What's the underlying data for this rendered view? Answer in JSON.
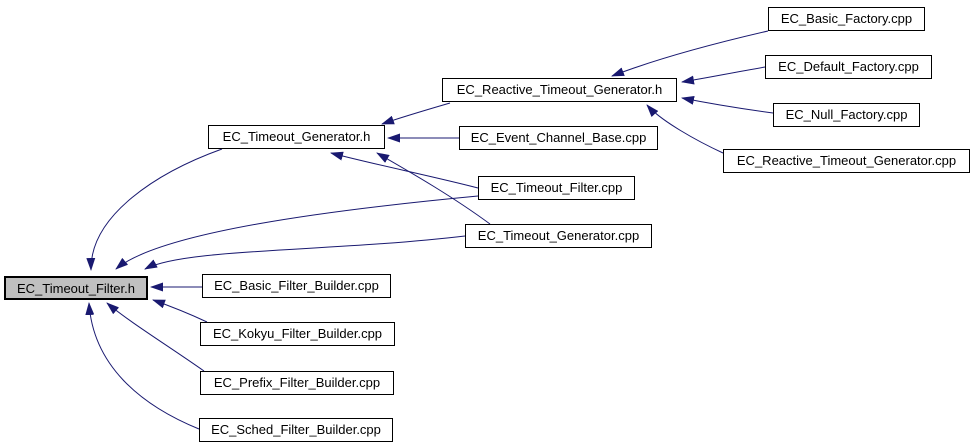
{
  "diagram": {
    "kind": "include-dependency-graph",
    "background_color": "#ffffff",
    "edge_color": "#191970",
    "node_border_color": "#000000",
    "node_fill_color": "#ffffff",
    "highlight_fill_color": "#c0c0c0",
    "text_color": "#000000",
    "nodes": [
      {
        "id": "ec_timeout_filter_h",
        "label": "EC_Timeout_Filter.h",
        "highlighted": true
      },
      {
        "id": "ec_timeout_generator_h",
        "label": "EC_Timeout_Generator.h",
        "highlighted": false
      },
      {
        "id": "ec_reactive_timeout_generator_h",
        "label": "EC_Reactive_Timeout_Generator.h",
        "highlighted": false
      },
      {
        "id": "ec_event_channel_base_cpp",
        "label": "EC_Event_Channel_Base.cpp",
        "highlighted": false
      },
      {
        "id": "ec_timeout_filter_cpp",
        "label": "EC_Timeout_Filter.cpp",
        "highlighted": false
      },
      {
        "id": "ec_timeout_generator_cpp",
        "label": "EC_Timeout_Generator.cpp",
        "highlighted": false
      },
      {
        "id": "ec_basic_factory_cpp",
        "label": "EC_Basic_Factory.cpp",
        "highlighted": false
      },
      {
        "id": "ec_default_factory_cpp",
        "label": "EC_Default_Factory.cpp",
        "highlighted": false
      },
      {
        "id": "ec_null_factory_cpp",
        "label": "EC_Null_Factory.cpp",
        "highlighted": false
      },
      {
        "id": "ec_reactive_timeout_generator_cpp",
        "label": "EC_Reactive_Timeout_Generator.cpp",
        "highlighted": false
      },
      {
        "id": "ec_basic_filter_builder_cpp",
        "label": "EC_Basic_Filter_Builder.cpp",
        "highlighted": false
      },
      {
        "id": "ec_kokyu_filter_builder_cpp",
        "label": "EC_Kokyu_Filter_Builder.cpp",
        "highlighted": false
      },
      {
        "id": "ec_prefix_filter_builder_cpp",
        "label": "EC_Prefix_Filter_Builder.cpp",
        "highlighted": false
      },
      {
        "id": "ec_sched_filter_builder_cpp",
        "label": "EC_Sched_Filter_Builder.cpp",
        "highlighted": false
      }
    ],
    "edges": [
      {
        "from": "ec_timeout_generator_h",
        "to": "ec_timeout_filter_h"
      },
      {
        "from": "ec_timeout_filter_cpp",
        "to": "ec_timeout_filter_h"
      },
      {
        "from": "ec_timeout_generator_cpp",
        "to": "ec_timeout_filter_h"
      },
      {
        "from": "ec_basic_filter_builder_cpp",
        "to": "ec_timeout_filter_h"
      },
      {
        "from": "ec_kokyu_filter_builder_cpp",
        "to": "ec_timeout_filter_h"
      },
      {
        "from": "ec_prefix_filter_builder_cpp",
        "to": "ec_timeout_filter_h"
      },
      {
        "from": "ec_sched_filter_builder_cpp",
        "to": "ec_timeout_filter_h"
      },
      {
        "from": "ec_reactive_timeout_generator_h",
        "to": "ec_timeout_generator_h"
      },
      {
        "from": "ec_event_channel_base_cpp",
        "to": "ec_timeout_generator_h"
      },
      {
        "from": "ec_timeout_filter_cpp",
        "to": "ec_timeout_generator_h"
      },
      {
        "from": "ec_timeout_generator_cpp",
        "to": "ec_timeout_generator_h"
      },
      {
        "from": "ec_basic_factory_cpp",
        "to": "ec_reactive_timeout_generator_h"
      },
      {
        "from": "ec_default_factory_cpp",
        "to": "ec_reactive_timeout_generator_h"
      },
      {
        "from": "ec_null_factory_cpp",
        "to": "ec_reactive_timeout_generator_h"
      },
      {
        "from": "ec_reactive_timeout_generator_cpp",
        "to": "ec_reactive_timeout_generator_h"
      }
    ]
  }
}
